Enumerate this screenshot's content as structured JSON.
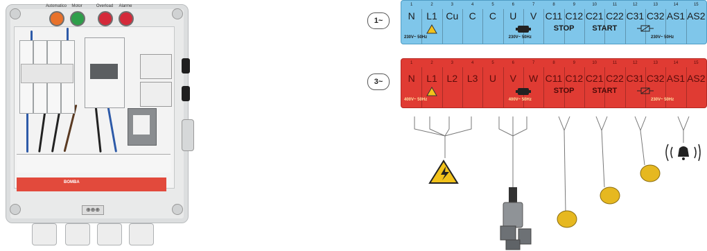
{
  "left_panel": {
    "lamp_labels": [
      "Automatico",
      "Motor",
      "Overload",
      "Alarme"
    ],
    "lamp_colors": [
      "#e8722b",
      "#2e9e4a",
      "#d42a3a",
      "#d42a3a"
    ],
    "terminal_label": "BOMBA",
    "bottom_socket_text": "⊕⊕⊕"
  },
  "badges": {
    "single_phase": "1~",
    "three_phase": "3~"
  },
  "single_phase_strip": {
    "numbers": [
      "1",
      "2",
      "3",
      "4",
      "5",
      "6",
      "7",
      "8",
      "9",
      "10",
      "11",
      "12",
      "13",
      "14",
      "15"
    ],
    "terminals": [
      "N",
      "L1",
      "Cu",
      "C",
      "C",
      "U",
      "V",
      "C11",
      "C12",
      "C21",
      "C22",
      "C31",
      "C32",
      "AS1",
      "AS2"
    ],
    "stop_label": "STOP",
    "start_label": "START",
    "voltage_left": "230V~ 50Hz",
    "voltage_mid": "230V~ 50Hz",
    "voltage_right": "230V~ 50Hz",
    "color": "#7fc6ea"
  },
  "three_phase_strip": {
    "numbers": [
      "1",
      "2",
      "3",
      "4",
      "5",
      "6",
      "7",
      "8",
      "9",
      "10",
      "11",
      "12",
      "13",
      "14",
      "15"
    ],
    "terminals": [
      "N",
      "L1",
      "L2",
      "L3",
      "U",
      "V",
      "W",
      "C11",
      "C12",
      "C21",
      "C22",
      "C31",
      "C32",
      "AS1",
      "AS2"
    ],
    "stop_label": "STOP",
    "start_label": "START",
    "voltage_left": "400V~ 50Hz",
    "voltage_mid": "400V~ 50Hz",
    "voltage_right": "230V~ 50Hz",
    "color": "#e03b33"
  },
  "icons": {
    "hazard": "high-voltage-warning-icon",
    "pump": "submersible-pump-icon",
    "float": "float-switch-icon",
    "alarm": "alarm-bell-icon"
  },
  "alarm_text": "((🔔))"
}
